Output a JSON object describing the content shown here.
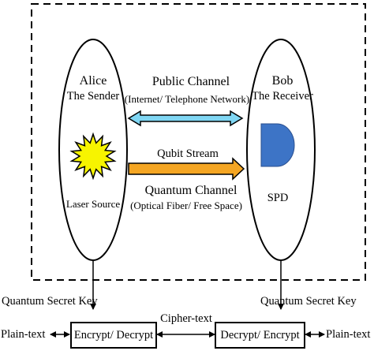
{
  "colors": {
    "public_channel_arrow": "#7fd6f3",
    "qubit_stream_arrow": "#f5a623",
    "sun": "#f7f400",
    "detector": "#3d74c6"
  },
  "alice": {
    "name": "Alice",
    "role": "The Sender",
    "source_label": "Laser Source",
    "icon": "laser-sun-icon"
  },
  "bob": {
    "name": "Bob",
    "role": "The Receiver",
    "detector_label": "SPD",
    "icon": "detector-icon"
  },
  "public_channel": {
    "title": "Public Channel",
    "subtitle": "(Internet/ Telephone Network)"
  },
  "quantum_channel": {
    "stream_label": "Qubit Stream",
    "title": "Quantum Channel",
    "subtitle": "(Optical Fiber/ Free Space)"
  },
  "left_side": {
    "key_label": "Quantum Secret Key",
    "plain_label": "Plain-text",
    "box_label": "Encrypt/ Decrypt"
  },
  "right_side": {
    "key_label": "Quantum Secret Key",
    "plain_label": "Plain-text",
    "box_label": "Decrypt/ Encrypt"
  },
  "cipher_label": "Cipher-text"
}
